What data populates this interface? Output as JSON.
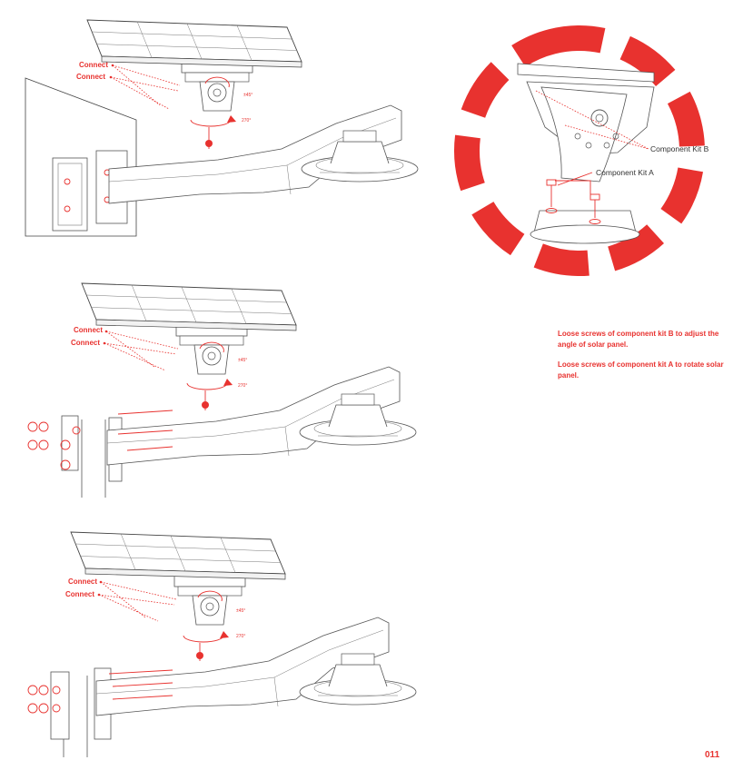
{
  "assemblies": [
    {
      "connect_labels": [
        "Connect",
        "Connect"
      ],
      "tilt_label": "±45°",
      "rotate_label": "270°"
    },
    {
      "connect_labels": [
        "Connect",
        "Connect"
      ],
      "tilt_label": "±45°",
      "rotate_label": "270°"
    },
    {
      "connect_labels": [
        "Connect",
        "Connect"
      ],
      "tilt_label": "±45°",
      "rotate_label": "270°"
    }
  ],
  "detail": {
    "component_kit_b": "Component Kit B",
    "component_kit_a": "Component Kit A",
    "accent_color": "#e8322f"
  },
  "notes": [
    "Loose screws of component kit B to adjust the angle of solar panel.",
    "Loose screws of component kit A to rotate solar panel."
  ],
  "page_number": "011"
}
